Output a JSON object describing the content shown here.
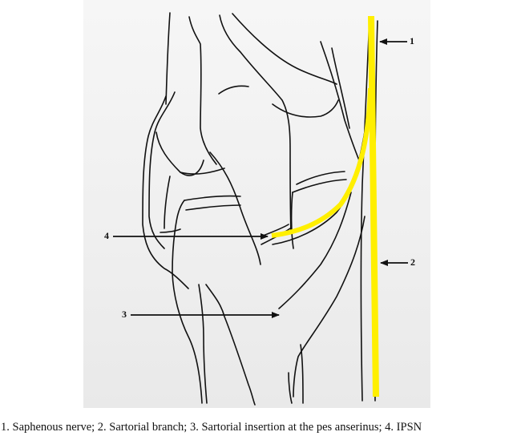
{
  "figure": {
    "labels": [
      {
        "id": "1",
        "text": "1"
      },
      {
        "id": "2",
        "text": "2"
      },
      {
        "id": "3",
        "text": "3"
      },
      {
        "id": "4",
        "text": "4"
      }
    ],
    "caption": "1.  Saphenous nerve; 2. Sartorial branch; 3. Sartorial insertion at the pes anserinus; 4. IPSN",
    "colors": {
      "nerve": "#ffef00",
      "line": "#111111",
      "background": "#efefef"
    }
  }
}
